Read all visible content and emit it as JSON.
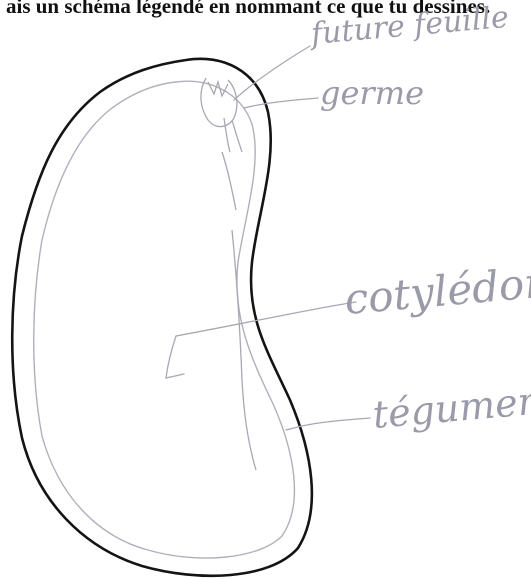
{
  "header": {
    "instruction_text": "ais un schéma légendé en nommant ce que tu dessines."
  },
  "diagram": {
    "labels": {
      "future_leaf": "future feuille",
      "germ": "germe",
      "cotyledon": "cotylédon",
      "seed_coat": "tégument"
    },
    "colors": {
      "ink_outline": "#141414",
      "pencil": "#a8a8b4",
      "label_ink": "#9a9aa8"
    }
  }
}
